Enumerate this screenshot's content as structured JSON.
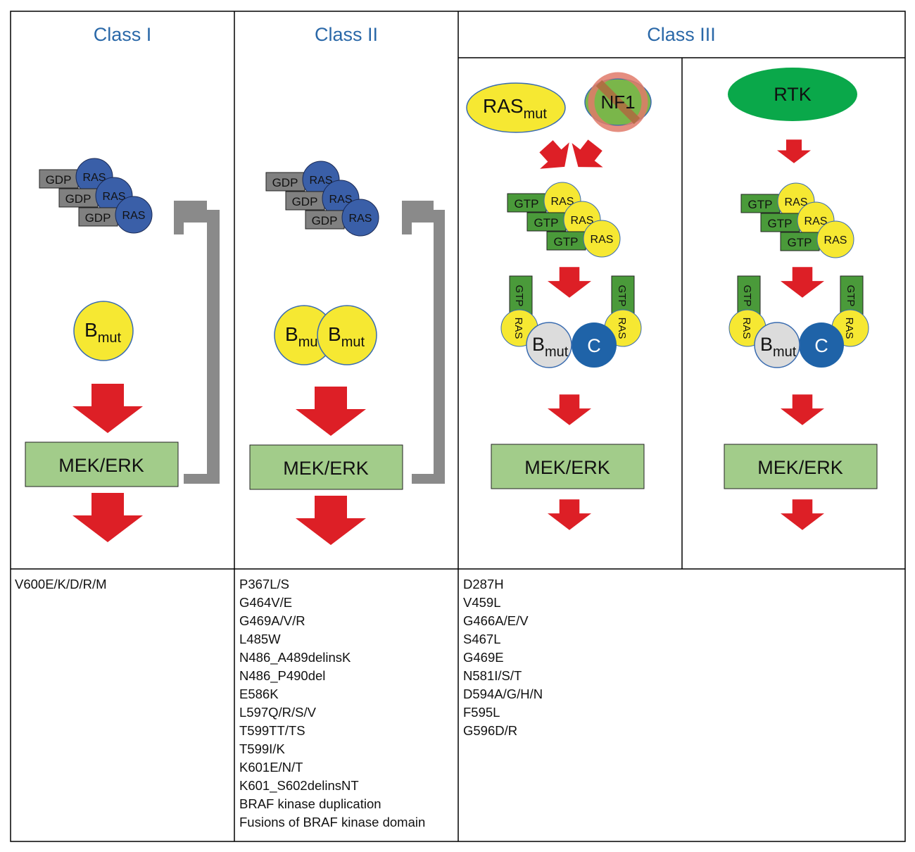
{
  "headers": {
    "class1": "Class I",
    "class2": "Class II",
    "class3": "Class III"
  },
  "labels": {
    "gdp": "GDP",
    "gtp": "GTP",
    "ras": "RAS",
    "b": "B",
    "mut": "mut",
    "c": "C",
    "mek_erk": "MEK/ERK",
    "nf1": "NF1",
    "rtk": "RTK"
  },
  "colors": {
    "header_text": "#2a68a8",
    "ras_gdp_blue": "#3a5fa8",
    "gdp_gray": "#808080",
    "gtp_green": "#4a9a3a",
    "ras_yellow": "#f6e832",
    "b_gray": "#dcdcdc",
    "c_blue": "#1f63a8",
    "mek_erk_green": "#a2cc8a",
    "rtk_green": "#0aa84a",
    "arrow_red": "#dd1f26",
    "feedback_gray": "#8a8a8a"
  },
  "mutations": {
    "class1": [
      "V600E/K/D/R/M"
    ],
    "class2": [
      "P367L/S",
      "G464V/E",
      "G469A/V/R",
      "L485W",
      "N486_A489delinsK",
      "N486_P490del",
      "E586K",
      "L597Q/R/S/V",
      "T599TT/TS",
      "T599I/K",
      "K601E/N/T",
      "K601_S602delinsNT",
      "BRAF kinase duplication",
      "Fusions of BRAF kinase domain"
    ],
    "class3": [
      "D287H",
      "V459L",
      "G466A/E/V",
      "S467L",
      "G469E",
      "N581I/S/T",
      "D594A/G/H/N",
      "F595L",
      "G596D/R"
    ]
  }
}
